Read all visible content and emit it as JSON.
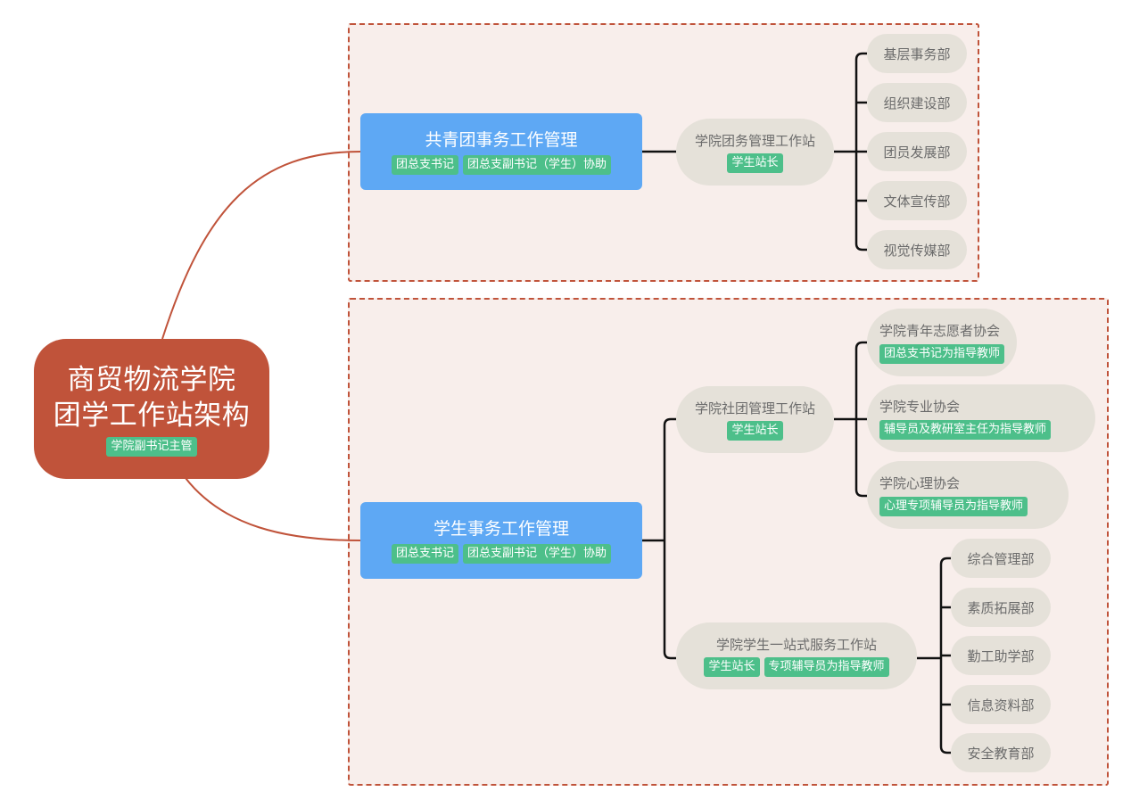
{
  "colors": {
    "root": "#c0533a",
    "main": "#5ea8f4",
    "tag": "#4dbf8a",
    "pill": "#e5e1d9",
    "frame": "#c0533a",
    "frame_bg": "#f8eeeb"
  },
  "root": {
    "title_line1": "商贸物流学院",
    "title_line2": "团学工作站架构",
    "tag": "学院副书记主管"
  },
  "branches": [
    {
      "title": "共青团事务工作管理",
      "tags": [
        "团总支书记",
        "团总支副书记（学生）协助"
      ],
      "stations": [
        {
          "title": "学院团务管理工作站",
          "tags": [
            "学生站长"
          ],
          "children": [
            {
              "label": "基层事务部"
            },
            {
              "label": "组织建设部"
            },
            {
              "label": "团员发展部"
            },
            {
              "label": "文体宣传部"
            },
            {
              "label": "视觉传媒部"
            }
          ]
        }
      ]
    },
    {
      "title": "学生事务工作管理",
      "tags": [
        "团总支书记",
        "团总支副书记（学生）协助"
      ],
      "stations": [
        {
          "title": "学院社团管理工作站",
          "tags": [
            "学生站长"
          ],
          "children": [
            {
              "label": "学院青年志愿者协会",
              "tag": "团总支书记为指导教师"
            },
            {
              "label": "学院专业协会",
              "tag": "辅导员及教研室主任为指导教师"
            },
            {
              "label": "学院心理协会",
              "tag": "心理专项辅导员为指导教师"
            }
          ]
        },
        {
          "title": "学院学生一站式服务工作站",
          "tags": [
            "学生站长",
            "专项辅导员为指导教师"
          ],
          "children": [
            {
              "label": "综合管理部"
            },
            {
              "label": "素质拓展部"
            },
            {
              "label": "勤工助学部"
            },
            {
              "label": "信息资料部"
            },
            {
              "label": "安全教育部"
            }
          ]
        }
      ]
    }
  ]
}
